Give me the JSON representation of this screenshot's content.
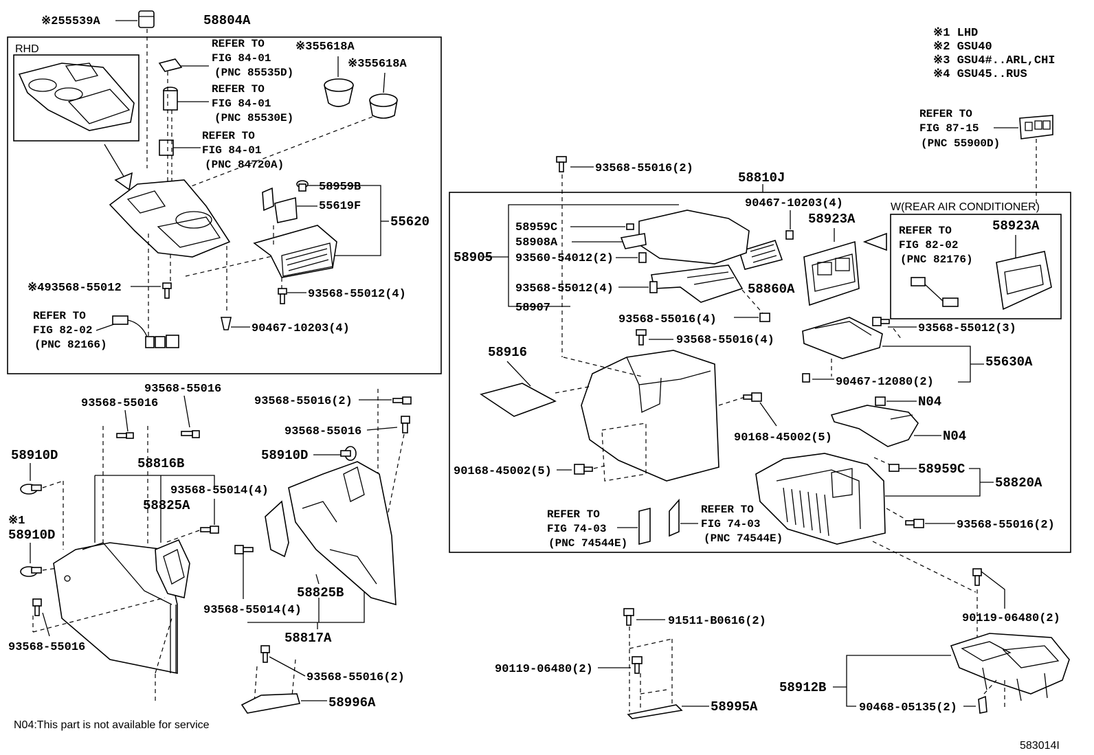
{
  "notes": {
    "n1": "※1 LHD",
    "n2": "※2 GSU40",
    "n3": "※3 GSU4#..ARL,CHI",
    "n4": "※4 GSU45..RUS"
  },
  "footnote": "N04:This part is not available for service",
  "diagram_id": "583014I",
  "left_box": {
    "rhd": "RHD",
    "p55539A": "※255539A",
    "p58804A": "58804A",
    "ref1": [
      "REFER TO",
      "FIG 84-01",
      "(PNC 85535D)"
    ],
    "ref2": [
      "REFER TO",
      "FIG 84-01",
      "(PNC 85530E)"
    ],
    "ref3": [
      "REFER TO",
      "FIG 84-01",
      "(PNC 84720A)"
    ],
    "p55618A_1": "※355618A",
    "p55618A_2": "※355618A",
    "p58959B": "58959B",
    "p55619F": "55619F",
    "p55620": "55620",
    "p93568_55012_rus": "※493568-55012",
    "p93568_55012_4": "93568-55012(4)",
    "p90467_10203_4": "90467-10203(4)",
    "ref4": [
      "REFER TO",
      "FIG 82-02",
      "(PNC 82166)"
    ]
  },
  "lower_left": {
    "p93568_55016_a": "93568-55016",
    "p93568_55016_b": "93568-55016",
    "p93568_55016_2": "93568-55016(2)",
    "p93568_55016_c": "93568-55016",
    "p58910D_a": "58910D",
    "p58816B": "58816B",
    "p58910D_b": "58910D",
    "p93568_55014_4a": "93568-55014(4)",
    "p58825A": "58825A",
    "lhd_mark": "※1",
    "p58910D_c": "58910D",
    "p58825B": "58825B",
    "p93568_55014_4b": "93568-55014(4)",
    "p58817A": "58817A",
    "p93568_55016_d": "93568-55016",
    "p93568_55016_2b": "93568-55016(2)",
    "p58996A": "58996A"
  },
  "right_box": {
    "p93568_55016_2": "93568-55016(2)",
    "ref_top": [
      "REFER TO",
      "FIG 87-15",
      "(PNC 55900D)"
    ],
    "p58810J": "58810J",
    "p90467_10203_4": "90467-10203(4)",
    "w_rear_ac": "W(REAR AIR CONDITIONER)",
    "p58959C": "58959C",
    "p58908A": "58908A",
    "p58905": "58905",
    "p93560_54012_2": "93560-54012(2)",
    "p93568_55012_4": "93568-55012(4)",
    "p58907": "58907",
    "p58923A_1": "58923A",
    "p58923A_2": "58923A",
    "ref_ac": [
      "REFER TO",
      "FIG 82-02",
      "(PNC 82176)"
    ],
    "p58860A": "58860A",
    "p93568_55016_4a": "93568-55016(4)",
    "p93568_55016_4b": "93568-55016(4)",
    "p93568_55012_3": "93568-55012(3)",
    "p58916": "58916",
    "p55630A": "55630A",
    "p90467_12080_2": "90467-12080(2)",
    "n04_a": "N04",
    "p90168_45002_5a": "90168-45002(5)",
    "n04_b": "N04",
    "p90168_45002_5b": "90168-45002(5)",
    "p58959C_b": "58959C",
    "p58820A": "58820A",
    "ref_left": [
      "REFER TO",
      "FIG 74-03",
      "(PNC 74544E)"
    ],
    "ref_right": [
      "REFER TO",
      "FIG 74-03",
      "(PNC 74544E)"
    ],
    "p93568_55016_2b": "93568-55016(2)"
  },
  "bottom_right": {
    "p90119_06480_2a": "90119-06480(2)",
    "p91511_B0616_2": "91511-B0616(2)",
    "p90119_06480_2b": "90119-06480(2)",
    "p58912B": "58912B",
    "p58995A": "58995A",
    "p90468_05135_2": "90468-05135(2)"
  }
}
